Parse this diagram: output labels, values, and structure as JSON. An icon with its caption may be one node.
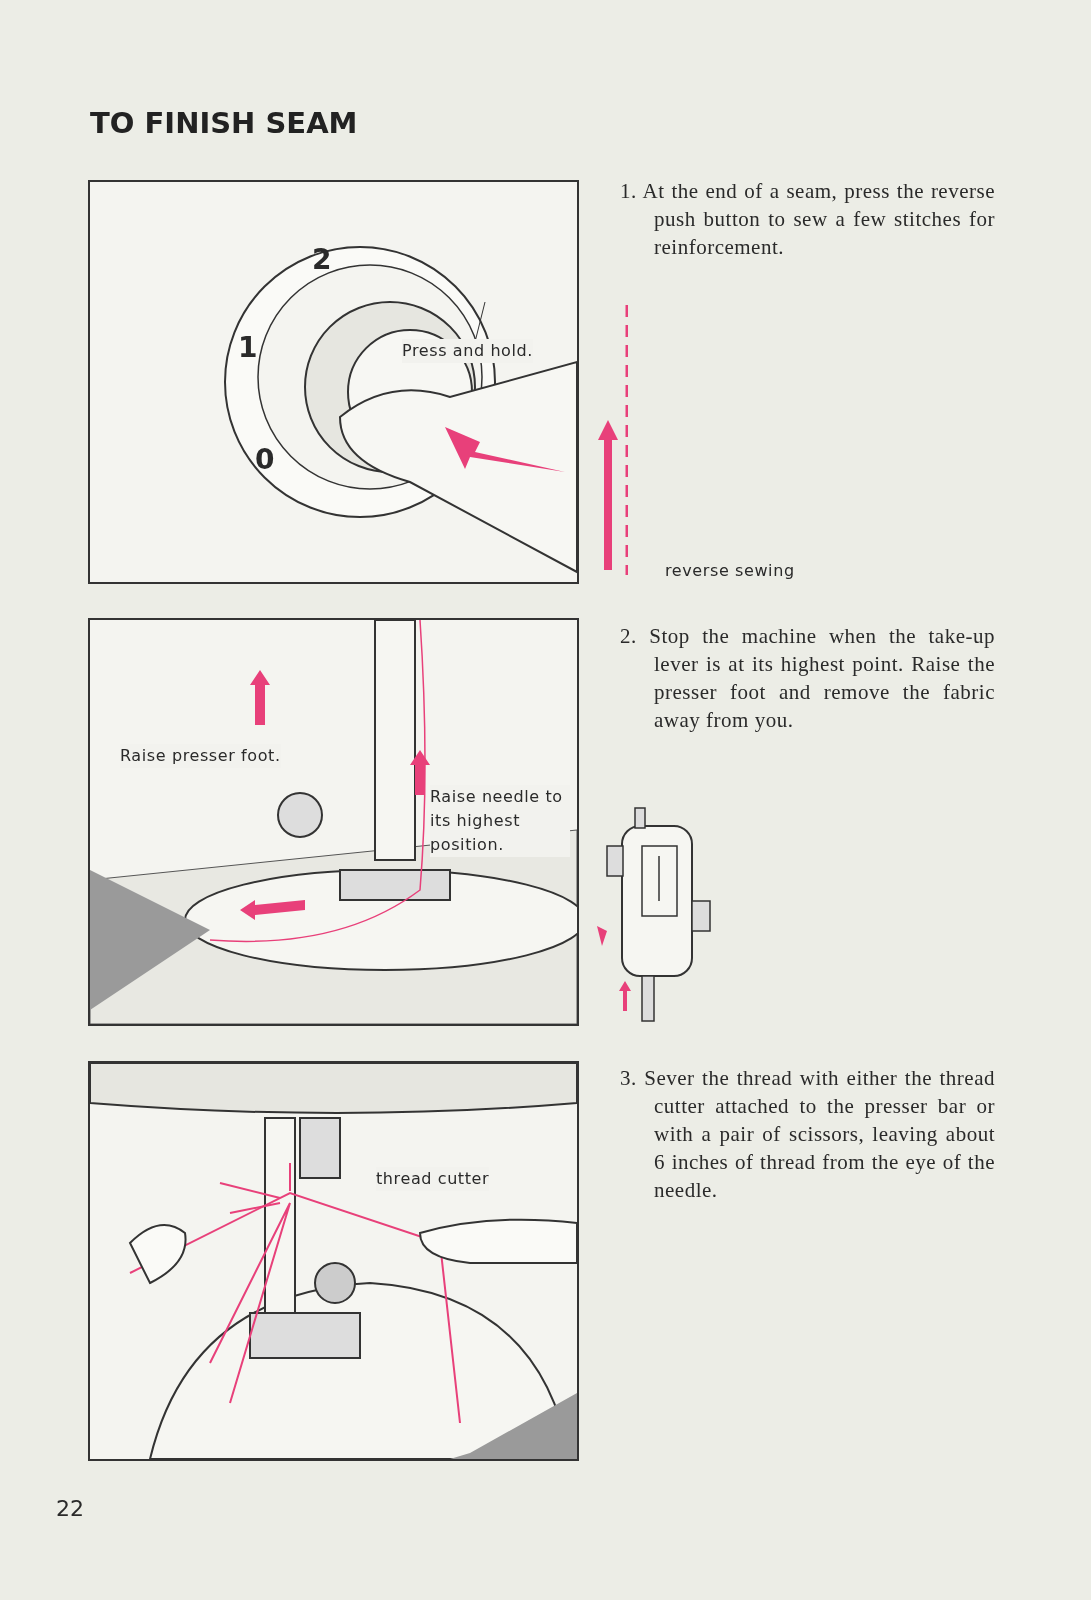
{
  "diagram": {
    "title": "TO FINISH SEAM",
    "labels": [
      "1. At the end of a seam, press the reverse push button to sew a few stitches for reinforcement.",
      "2",
      "1",
      "Press and hold.",
      "0",
      "reverse sewing",
      "Raise presser foot.",
      "Raise needle to its highest position.",
      "2. Stop the machine when the take-up lever is at its highest point. Raise the presser foot and remove the fabric away from you.",
      "thread cutter",
      "3. Sever the thread with either the thread cutter attached to the presser bar or with a pair of scissors, leaving about 6 inches of thread from the eye of the needle.",
      "22"
    ]
  }
}
